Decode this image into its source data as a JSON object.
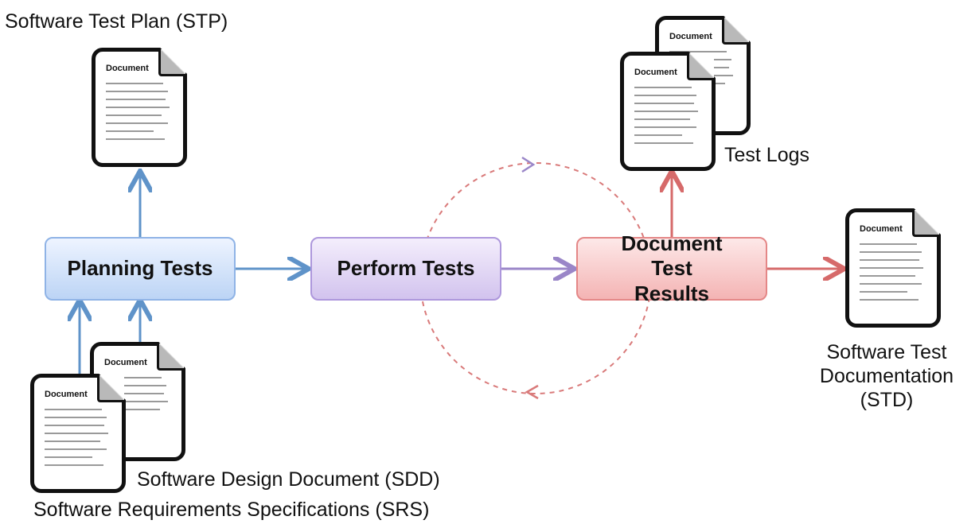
{
  "stp_label": "Software Test Plan (STP)",
  "test_logs_label": "Test Logs",
  "sdd_label": "Software Design Document (SDD)",
  "srs_label": "Software Requirements Specifications (SRS)",
  "std_label": "Software Test Documentation (STD)",
  "boxes": {
    "planning": "Planning Tests",
    "perform": "Perform Tests",
    "document": "Document Test Results"
  },
  "doc_icon_title": "Document",
  "colors": {
    "blue_arrow": "#5f93c9",
    "purple_arrow": "#9a86c8",
    "red_arrow": "#d66a6a",
    "dashed_circle": "#d97a7a"
  }
}
